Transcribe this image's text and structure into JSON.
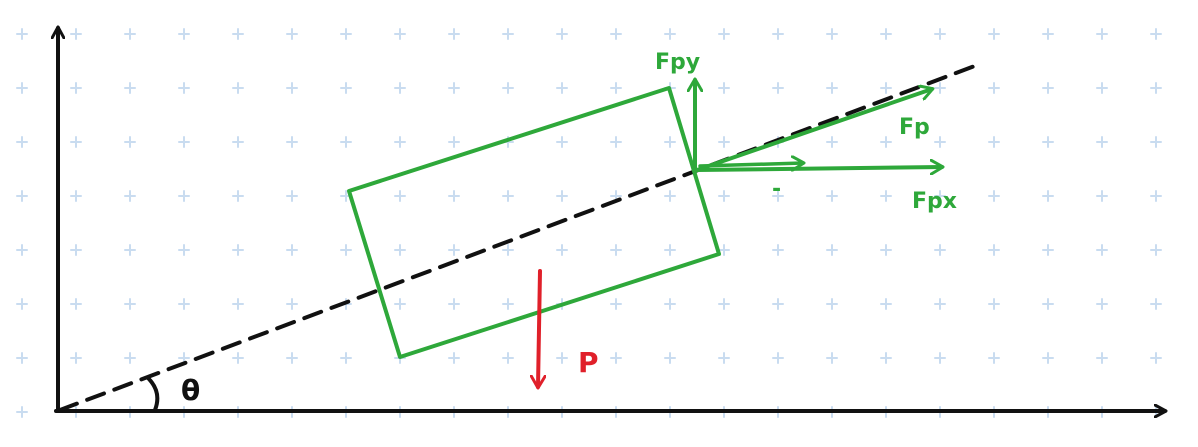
{
  "diagram": {
    "labels": {
      "theta": "θ",
      "force_p": "Fp",
      "force_py": "Fpy",
      "force_px": "Fpx",
      "weight": "P",
      "tick_mark": "-"
    },
    "colors": {
      "background": "#ffffff",
      "grid_plus": "#c9dcf0",
      "axes": "#111111",
      "incline_line": "#111111",
      "block": "#2ea83a",
      "forces": "#2ea83a",
      "weight": "#e0202a"
    },
    "grid": {
      "style": "plus-marks"
    },
    "incline": {
      "style": "dashed"
    }
  }
}
